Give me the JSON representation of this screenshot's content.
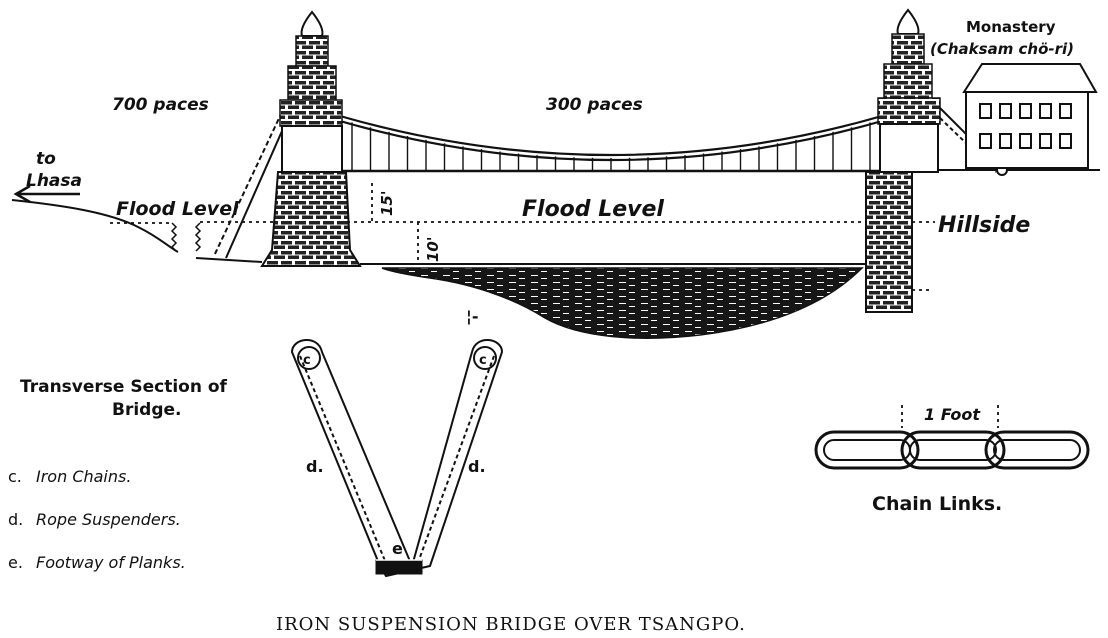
{
  "labels": {
    "left_span": "700 paces",
    "main_span": "300 paces",
    "to": "to",
    "lhasa": "Lhasa",
    "flood_level_left": "Flood Level",
    "flood_level_main": "Flood Level",
    "hillside": "Hillside",
    "monastery": "Monastery",
    "monastery_name": "(Chaksam chö-ri)",
    "height_15": "15'",
    "height_10": "10'"
  },
  "section": {
    "title_line1": "Transverse Section of",
    "title_line2": "Bridge.",
    "marker_c": "c",
    "marker_d": "d.",
    "marker_e": "e"
  },
  "legend": [
    {
      "key": "c.",
      "text": "Iron Chains."
    },
    {
      "key": "d.",
      "text": "Rope Suspenders."
    },
    {
      "key": "e.",
      "text": "Footway of Planks."
    }
  ],
  "chain": {
    "scale_label": "1 Foot",
    "caption": "Chain Links."
  },
  "caption": "IRON SUSPENSION BRIDGE OVER TSANGPO."
}
